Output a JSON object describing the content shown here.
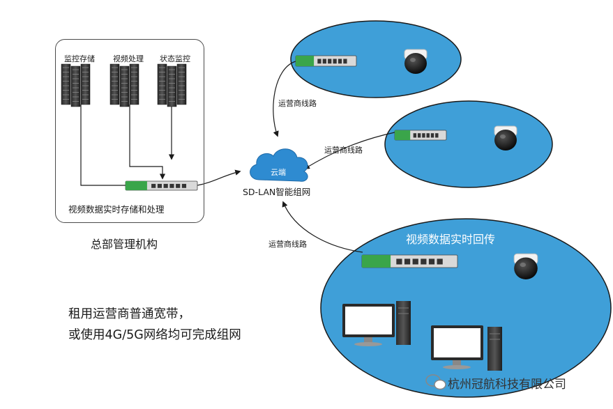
{
  "hq": {
    "server_labels": [
      "监控存储",
      "视频处理",
      "状态监控"
    ],
    "box_caption": "视频数据实时存储和处理",
    "title": "总部管理机构"
  },
  "cloud": {
    "label": "云端",
    "network_name": "SD-LAN智能组网"
  },
  "links": {
    "top": "运营商线路",
    "middle": "运营商线路",
    "bottom": "运营商线路"
  },
  "sites": {
    "big_site_title": "视频数据实时回传"
  },
  "footnote": {
    "line1": "租用运营商普通宽带，",
    "line2": "或使用4G/5G网络均可完成组网"
  },
  "watermark": {
    "text": "杭州冠航科技有限公司",
    "icon": "wechat-icon"
  },
  "colors": {
    "site_fill": "#3f9fd8",
    "cloud_fill": "#2e8bd1",
    "router_green": "#3aa54a"
  }
}
